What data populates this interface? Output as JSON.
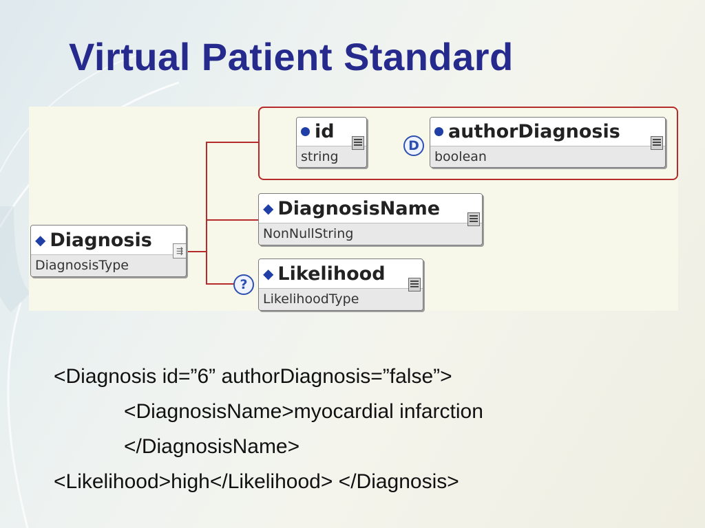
{
  "title": "Virtual Patient Standard",
  "colors": {
    "title": "#262a8c",
    "connector_red": "#b52a2a",
    "element_marker": "#1f3fa6"
  },
  "diagram": {
    "root": {
      "name": "Diagnosis",
      "type": "DiagnosisType",
      "icon": "sequence-icon",
      "marker": "diamond-icon"
    },
    "attributes": [
      {
        "name": "id",
        "type": "string",
        "marker": "dot-icon"
      },
      {
        "name": "authorDiagnosis",
        "type": "boolean",
        "marker": "dot-icon",
        "default_badge": "D"
      }
    ],
    "children": [
      {
        "name": "DiagnosisName",
        "type": "NonNullString",
        "marker": "diamond-icon"
      },
      {
        "name": "Likelihood",
        "type": "LikelihoodType",
        "marker": "diamond-icon",
        "optional_badge": "?"
      }
    ]
  },
  "xml_example": {
    "line1": "<Diagnosis id=”6” authorDiagnosis=”false”>",
    "line2": "<DiagnosisName>myocardial infarction",
    "line3": "</DiagnosisName>",
    "line4": "<Likelihood>high</Likelihood> </Diagnosis>"
  }
}
